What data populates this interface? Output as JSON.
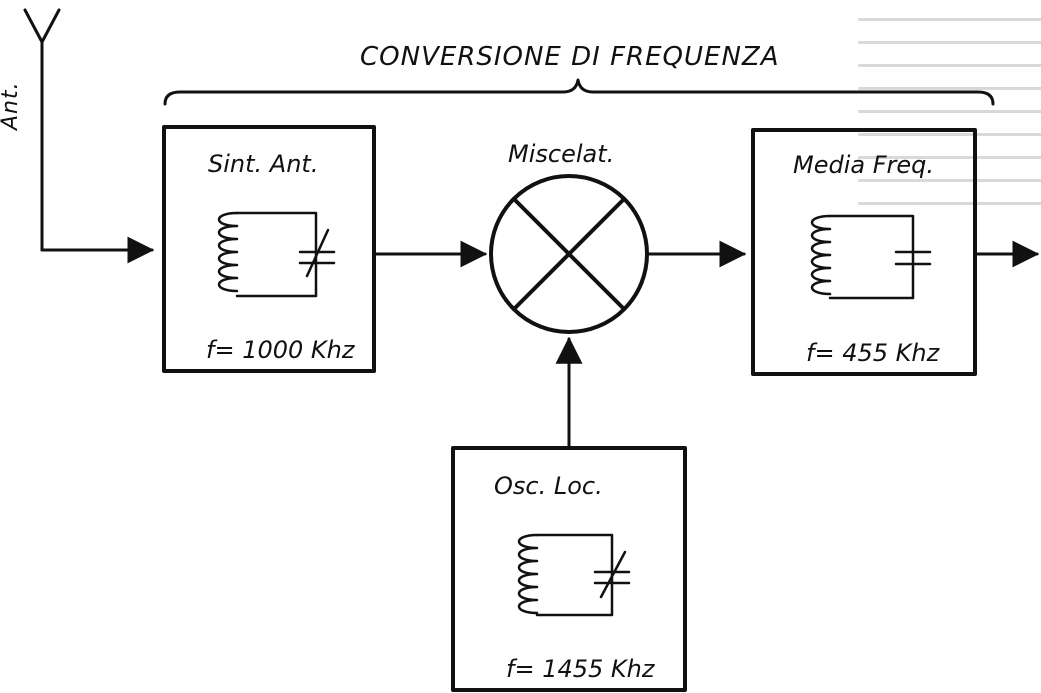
{
  "diagram": {
    "title": "CONVERSIONE DI FREQUENZA",
    "antenna_label": "Ant.",
    "blocks": {
      "input_tuning": {
        "label": "Sint. Ant.",
        "frequency": "f= 1000 Khz"
      },
      "mixer": {
        "label": "Miscelat."
      },
      "intermediate_frequency": {
        "label": "Media Freq.",
        "frequency": "f= 455 Khz"
      },
      "local_oscillator": {
        "label": "Osc. Loc.",
        "frequency": "f= 1455 Khz"
      }
    }
  },
  "colors": {
    "ink": "#111111",
    "paper": "#ffffff",
    "bleed_text": "#b9b9b9"
  }
}
